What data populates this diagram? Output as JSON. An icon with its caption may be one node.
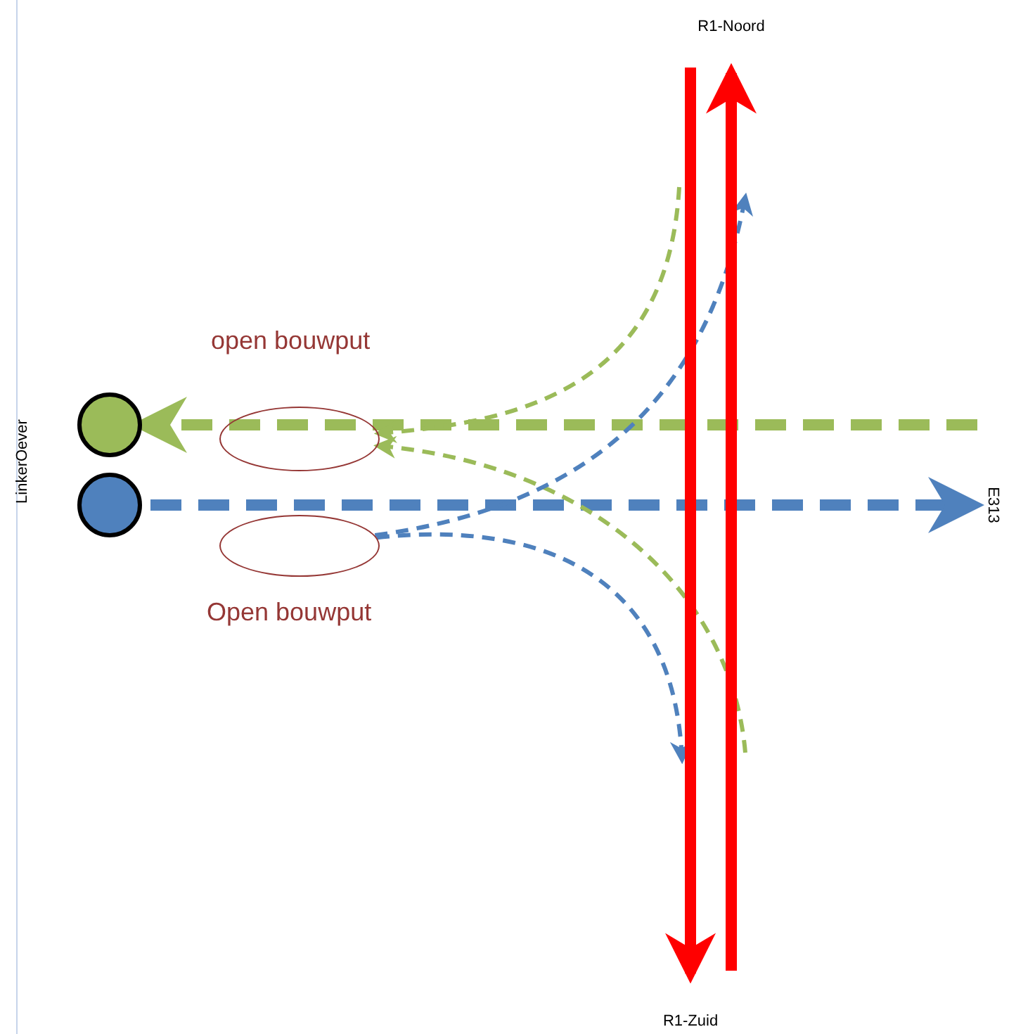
{
  "diagram": {
    "nodes": [
      {
        "text": [],
        "shape": "circle"
      },
      {
        "text": [],
        "shape": "circle"
      },
      {
        "text": [],
        "shape": "ellipse",
        "beside": [
          "open bouwput"
        ]
      },
      {
        "text": [],
        "shape": "ellipse",
        "beside": [
          "Open bouwput"
        ]
      },
      {
        "text": [
          "E313"
        ]
      },
      {
        "text": [
          "R1-Noord"
        ]
      },
      {
        "text": [
          "R1-Zuid"
        ]
      }
    ],
    "edges": [
      {
        "from": null,
        "to": 0,
        "arrow": "to",
        "style": "dashed",
        "color": "#9bbb59"
      },
      {
        "from": 1,
        "to": 4,
        "arrow": "to",
        "style": "dashed",
        "color": "#4f81bd"
      },
      {
        "from": null,
        "to": 2,
        "arrow": "to",
        "style": "dashed",
        "color": "#9bbb59"
      },
      {
        "from": null,
        "to": 2,
        "arrow": "to",
        "style": "dashed",
        "color": "#9bbb59"
      },
      {
        "from": 3,
        "to": null,
        "arrow": "to",
        "style": "dashed",
        "color": "#4f81bd"
      },
      {
        "from": 3,
        "to": null,
        "arrow": "to",
        "style": "dashed",
        "color": "#4f81bd"
      },
      {
        "from": null,
        "to": 6,
        "arrow": "to",
        "style": "thick",
        "color": "#ff0000"
      },
      {
        "from": null,
        "to": 5,
        "arrow": "to",
        "style": "thick",
        "color": "#ff0000"
      }
    ],
    "labels": [
      "LinkerOever"
    ]
  }
}
